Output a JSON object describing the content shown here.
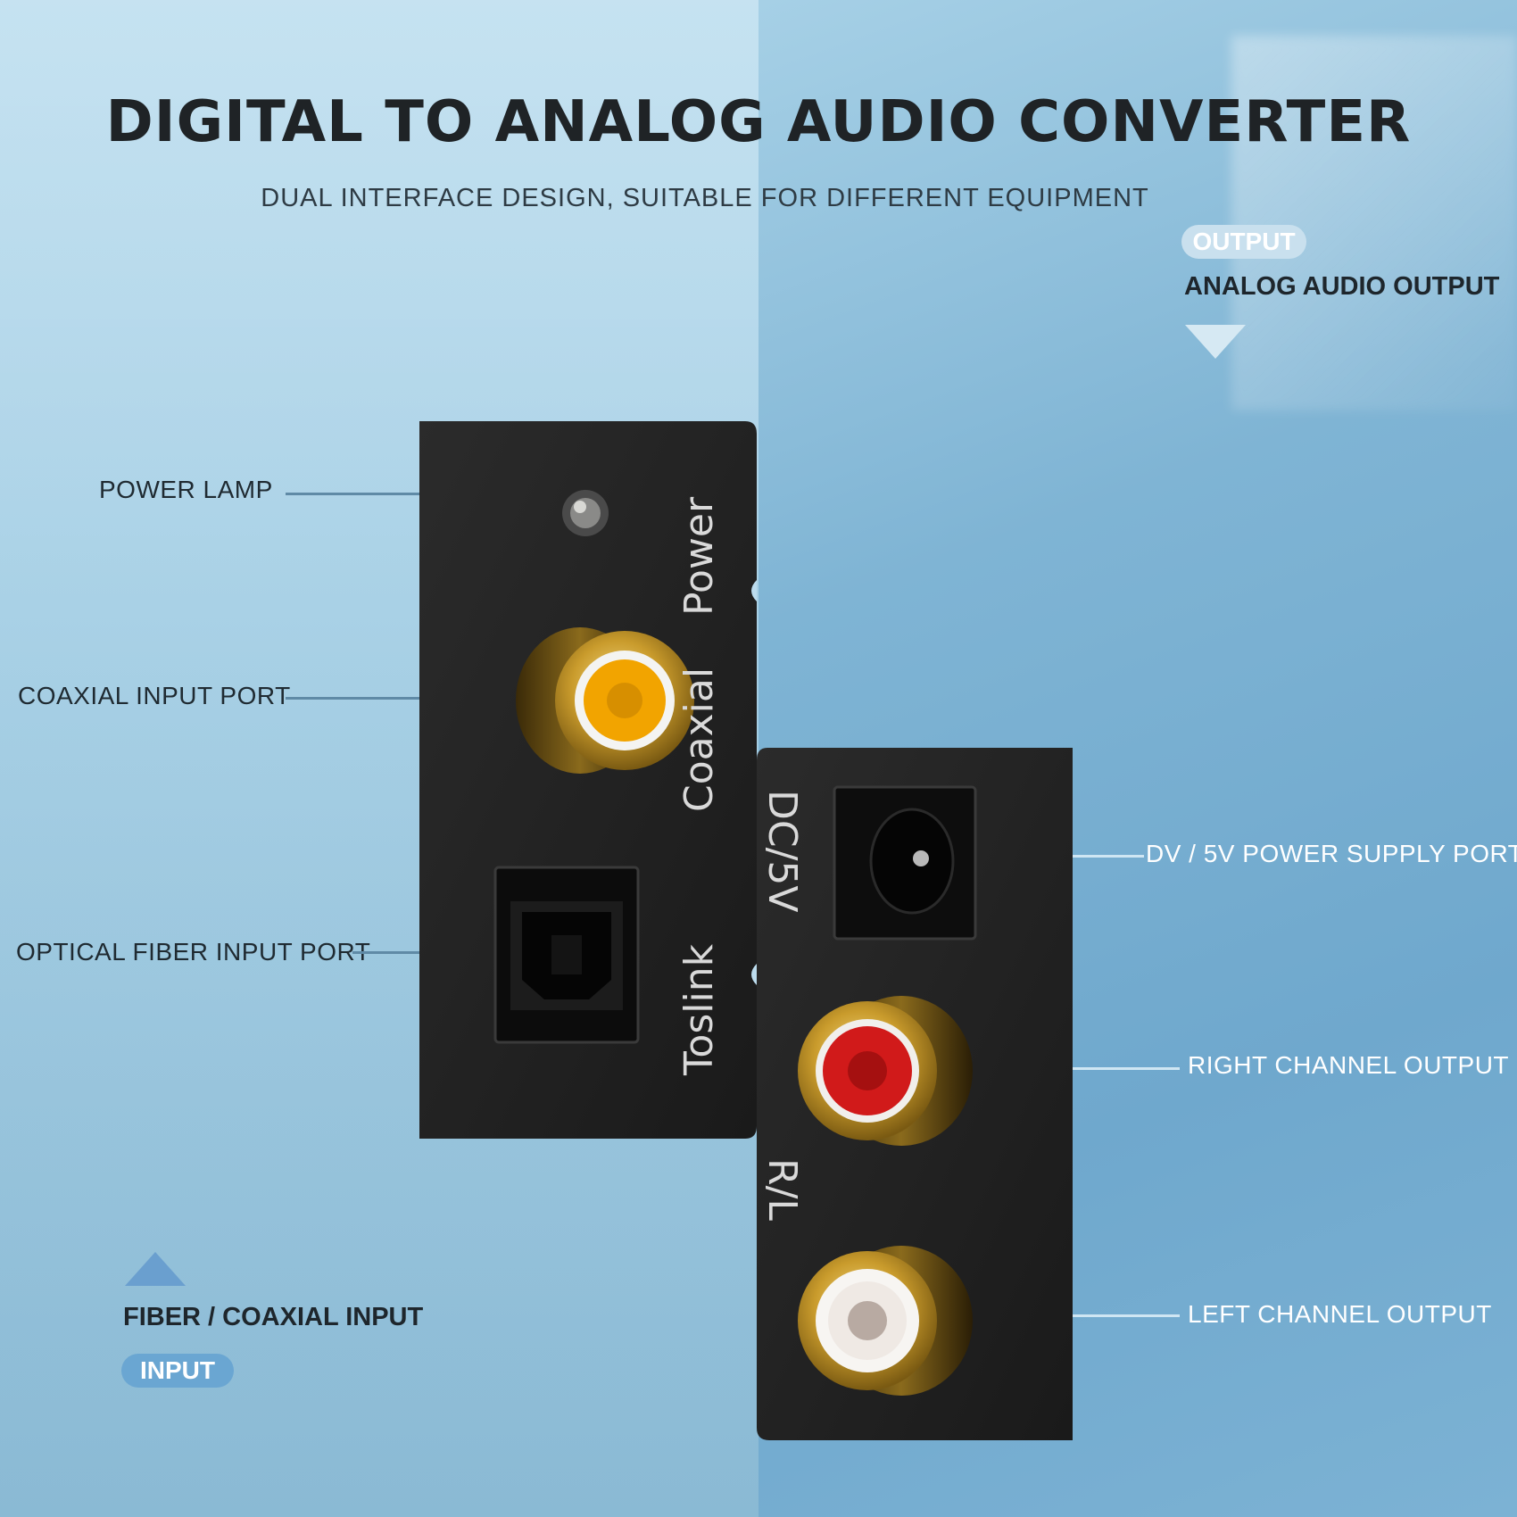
{
  "title": "DIGITAL TO ANALOG AUDIO CONVERTER",
  "subtitle": "DUAL INTERFACE DESIGN, SUITABLE FOR DIFFERENT EQUIPMENT",
  "output": {
    "pill": "OUTPUT",
    "heading": "ANALOG AUDIO OUTPUT"
  },
  "input": {
    "pill": "INPUT",
    "heading": "FIBER / COAXIAL INPUT"
  },
  "callouts": {
    "power_lamp": "POWER LAMP",
    "coaxial_input": "COAXIAL INPUT PORT",
    "optical_input": "OPTICAL FIBER INPUT PORT",
    "power_supply": "DV / 5V POWER SUPPLY PORT",
    "right_channel": "RIGHT CHANNEL OUTPUT",
    "left_channel": "LEFT CHANNEL OUTPUT"
  },
  "panel_markings": {
    "power": "Power",
    "coaxial": "Coaxial",
    "toslink": "Toslink",
    "dc5v": "DC/5V",
    "rl": "R/L"
  },
  "colors": {
    "device_body": "#232323",
    "gold": "#c9a33a",
    "coax_yellow": "#f2a400",
    "rca_red": "#d11a1a",
    "rca_white": "#efe9e4",
    "accent_blue": "#6aa6d2"
  }
}
